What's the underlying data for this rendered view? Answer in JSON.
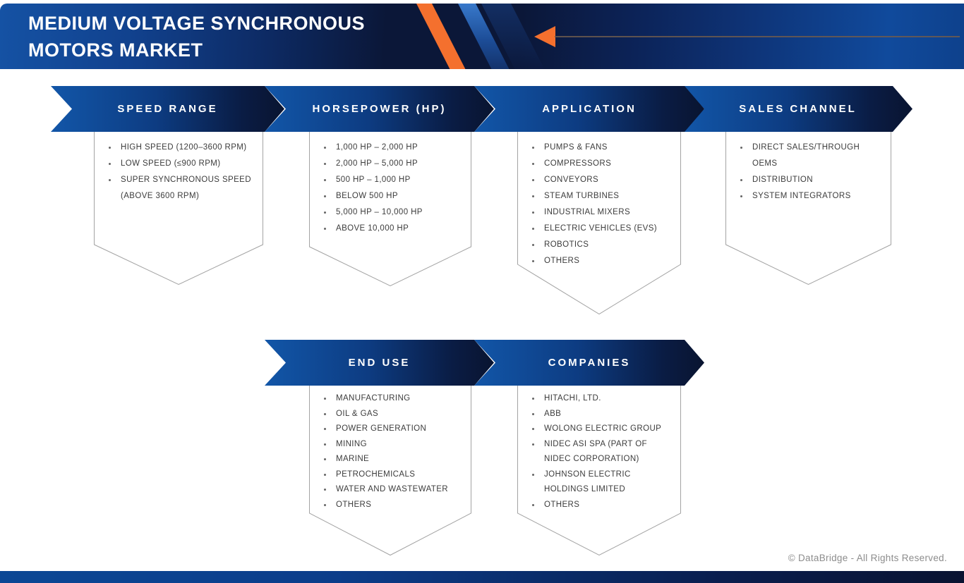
{
  "header": {
    "title_line1": "MEDIUM VOLTAGE SYNCHRONOUS",
    "title_line2": "MOTORS MARKET",
    "accent_color": "#f4702e",
    "banner_gradient_start": "#1256a8",
    "banner_gradient_end": "#091430"
  },
  "segments": [
    {
      "label": "SPEED RANGE",
      "items": [
        "HIGH SPEED (1200–3600 RPM)",
        "LOW SPEED (≤900 RPM)",
        "SUPER SYNCHRONOUS SPEED (ABOVE 3600 RPM)"
      ]
    },
    {
      "label": "HORSEPOWER (HP)",
      "items": [
        "1,000 HP – 2,000 HP",
        "2,000 HP – 5,000 HP",
        "500 HP – 1,000 HP",
        "BELOW 500 HP",
        "5,000 HP – 10,000 HP",
        "ABOVE 10,000 HP"
      ]
    },
    {
      "label": "APPLICATION",
      "items": [
        "PUMPS & FANS",
        "COMPRESSORS",
        "CONVEYORS",
        "STEAM TURBINES",
        "INDUSTRIAL MIXERS",
        "ELECTRIC VEHICLES (EVS)",
        "ROBOTICS",
        "OTHERS"
      ]
    },
    {
      "label": "SALES CHANNEL",
      "items": [
        "DIRECT SALES/THROUGH OEMS",
        "DISTRIBUTION",
        "SYSTEM INTEGRATORS"
      ]
    },
    {
      "label": "END USE",
      "items": [
        "MANUFACTURING",
        "OIL & GAS",
        "POWER GENERATION",
        "MINING",
        "MARINE",
        "PETROCHEMICALS",
        "WATER AND WASTEWATER",
        "OTHERS"
      ]
    },
    {
      "label": "COMPANIES",
      "items": [
        "HITACHI, LTD.",
        "ABB",
        "WOLONG ELECTRIC GROUP",
        "NIDEC ASI SPA (PART OF NIDEC CORPORATION)",
        "JOHNSON ELECTRIC HOLDINGS LIMITED",
        "OTHERS"
      ]
    }
  ],
  "footer": {
    "copyright": "© DataBridge - All Rights Reserved."
  }
}
